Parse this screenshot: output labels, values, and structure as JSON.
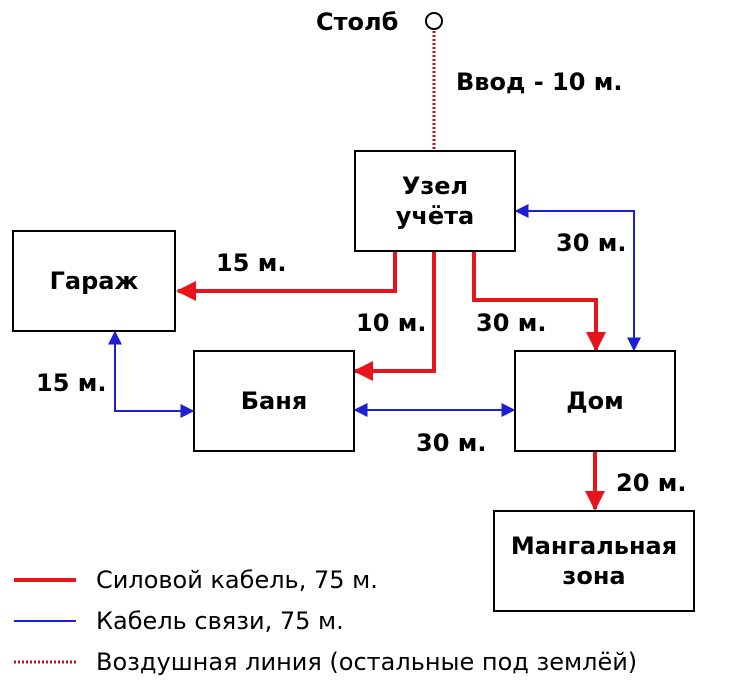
{
  "nodes": {
    "pole": "Столб",
    "meter": [
      "Узел",
      "учёта"
    ],
    "garage": "Гараж",
    "bath": "Баня",
    "house": "Дом",
    "bbq": [
      "Мангальная",
      "зона"
    ]
  },
  "edge_labels": {
    "input": "Ввод - 10 м.",
    "meter_to_garage": "15 м.",
    "meter_to_bath": "10 м.",
    "meter_to_house_power": "30 м.",
    "meter_to_house_comm": "30 м.",
    "garage_to_bath": "15 м.",
    "bath_to_house": "30 м.",
    "house_to_bbq": "20 м."
  },
  "legend": {
    "power": "Силовой кабель, 75 м.",
    "comm": "Кабель связи, 75 м.",
    "overhead": "Воздушная линия (остальные под землёй)"
  },
  "colors": {
    "power": "#e8141c",
    "comm": "#1e1ed2",
    "overhead": "#c0101a"
  }
}
